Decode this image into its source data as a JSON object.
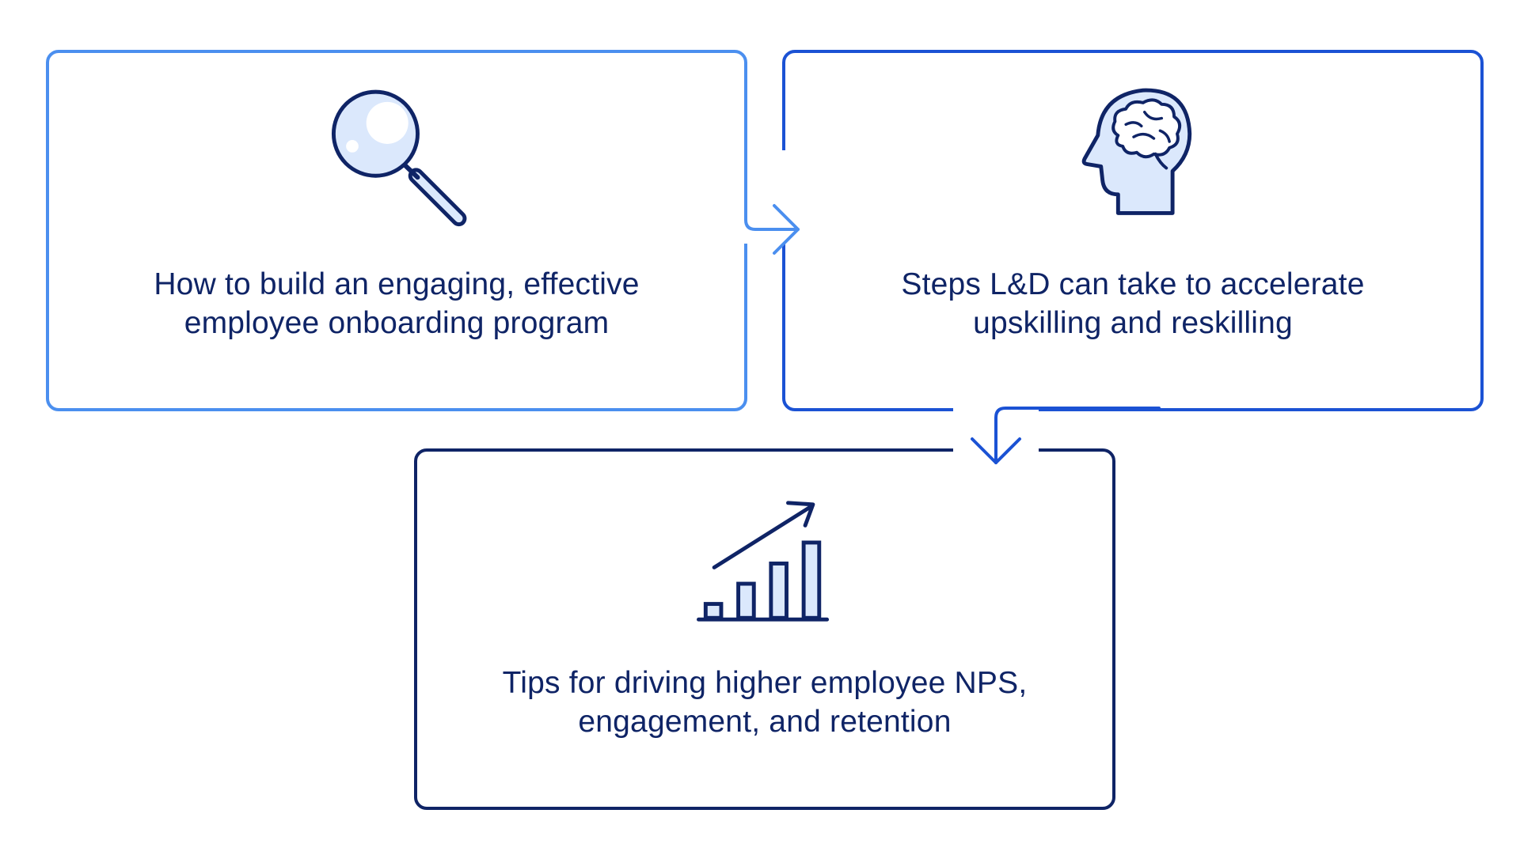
{
  "cards": [
    {
      "icon": "magnifying-glass-icon",
      "line1": "How to build an engaging, effective",
      "line2": "employee onboarding program",
      "border_color": "#4b8fef"
    },
    {
      "icon": "brain-head-icon",
      "line1": "Steps L&D can take to accelerate",
      "line2": "upskilling and reskilling",
      "border_color": "#1b52d4"
    },
    {
      "icon": "growth-chart-icon",
      "line1": "Tips for driving higher employee NPS,",
      "line2": "engagement, and retention",
      "border_color": "#0f2466"
    }
  ],
  "colors": {
    "text": "#0f2466",
    "icon_stroke": "#0f2466",
    "icon_fill": "#dbe8fc",
    "arrow_1": "#4b8fef",
    "arrow_2": "#1b52d4"
  }
}
